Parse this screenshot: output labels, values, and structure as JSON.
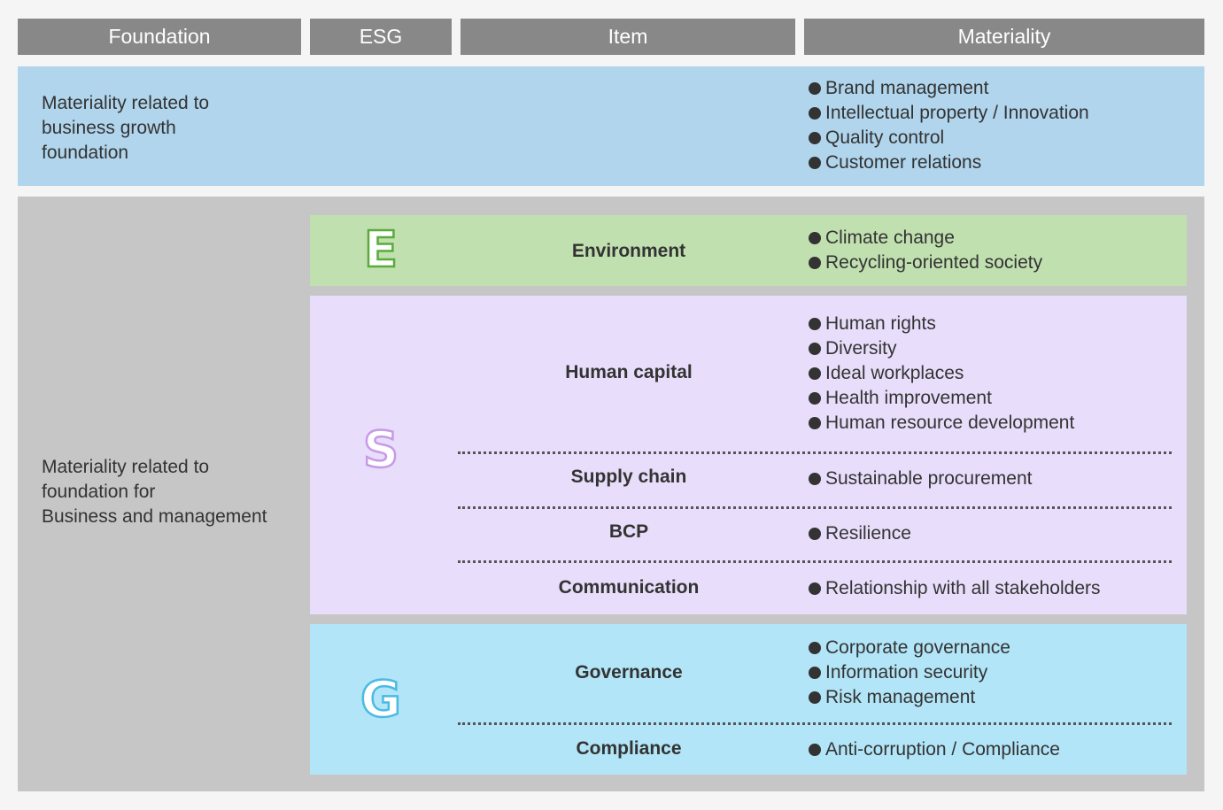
{
  "headers": {
    "foundation": "Foundation",
    "esg": "ESG",
    "item": "Item",
    "materiality": "Materiality"
  },
  "colors": {
    "header_bg": "#888888",
    "growth_band": "#b0d5ec",
    "management_band": "#c6c6c6",
    "environment": "#c1e0b0",
    "social": "#e8ddfa",
    "governance": "#b2e5f7",
    "letter_e_outline": "#5aab3c",
    "letter_s_outline": "#c79ae6",
    "letter_g_outline": "#4bbbe4"
  },
  "growth": {
    "foundation_lines": [
      "Materiality related to",
      "business growth",
      "foundation"
    ],
    "materiality": [
      "Brand management",
      "Intellectual property / Innovation",
      "Quality control",
      "Customer relations"
    ]
  },
  "management": {
    "foundation_lines": [
      "Materiality related to",
      "foundation for",
      "Business and management"
    ]
  },
  "esg": {
    "e": {
      "letter": "E",
      "items": [
        {
          "item": "Environment",
          "materiality": [
            "Climate change",
            "Recycling-oriented society"
          ]
        }
      ]
    },
    "s": {
      "letter": "S",
      "items": [
        {
          "item": "Human capital",
          "materiality": [
            "Human rights",
            "Diversity",
            "Ideal workplaces",
            "Health improvement",
            "Human resource development"
          ]
        },
        {
          "item": "Supply chain",
          "materiality": [
            "Sustainable procurement"
          ]
        },
        {
          "item": "BCP",
          "materiality": [
            "Resilience"
          ]
        },
        {
          "item": "Communication",
          "materiality": [
            "Relationship with all stakeholders"
          ]
        }
      ]
    },
    "g": {
      "letter": "G",
      "items": [
        {
          "item": "Governance",
          "materiality": [
            "Corporate governance",
            "Information security",
            "Risk management"
          ]
        },
        {
          "item": "Compliance",
          "materiality": [
            "Anti-corruption / Compliance"
          ]
        }
      ]
    }
  }
}
